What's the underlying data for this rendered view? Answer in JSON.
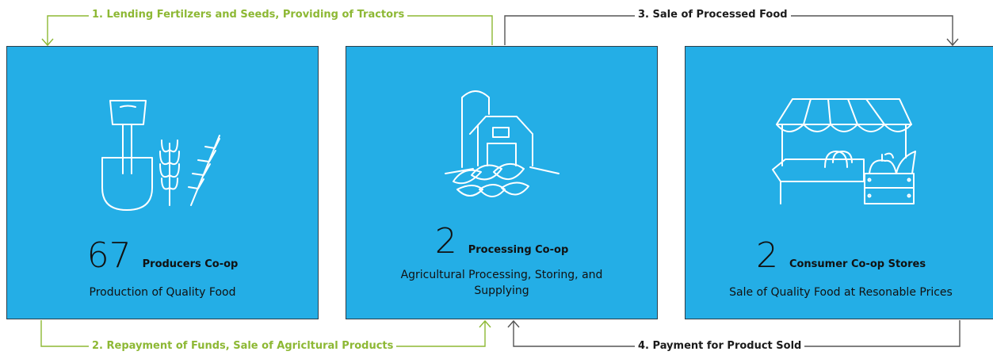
{
  "colors": {
    "box": "#24aee6",
    "green_flow": "#8db834",
    "dark_flow": "#555555"
  },
  "boxes": [
    {
      "number": "67",
      "title": "Producers Co-op",
      "subtitle": "Production of Quality Food",
      "icon": "shovel-wheat-icon"
    },
    {
      "number": "2",
      "title": "Processing Co-op",
      "subtitle": "Agricultural Processing, Storing, and Supplying",
      "icon": "barn-silo-icon"
    },
    {
      "number": "2",
      "title": "Consumer Co-op Stores",
      "subtitle": "Sale of Quality Food at Resonable Prices",
      "icon": "market-stall-icon"
    }
  ],
  "flows": [
    {
      "label": "1. Lending Fertilzers and Seeds, Providing of Tractors"
    },
    {
      "label": "2. Repayment of Funds, Sale of Agricltural Products"
    },
    {
      "label": "3. Sale of Processed Food"
    },
    {
      "label": "4. Payment for Product Sold"
    }
  ]
}
